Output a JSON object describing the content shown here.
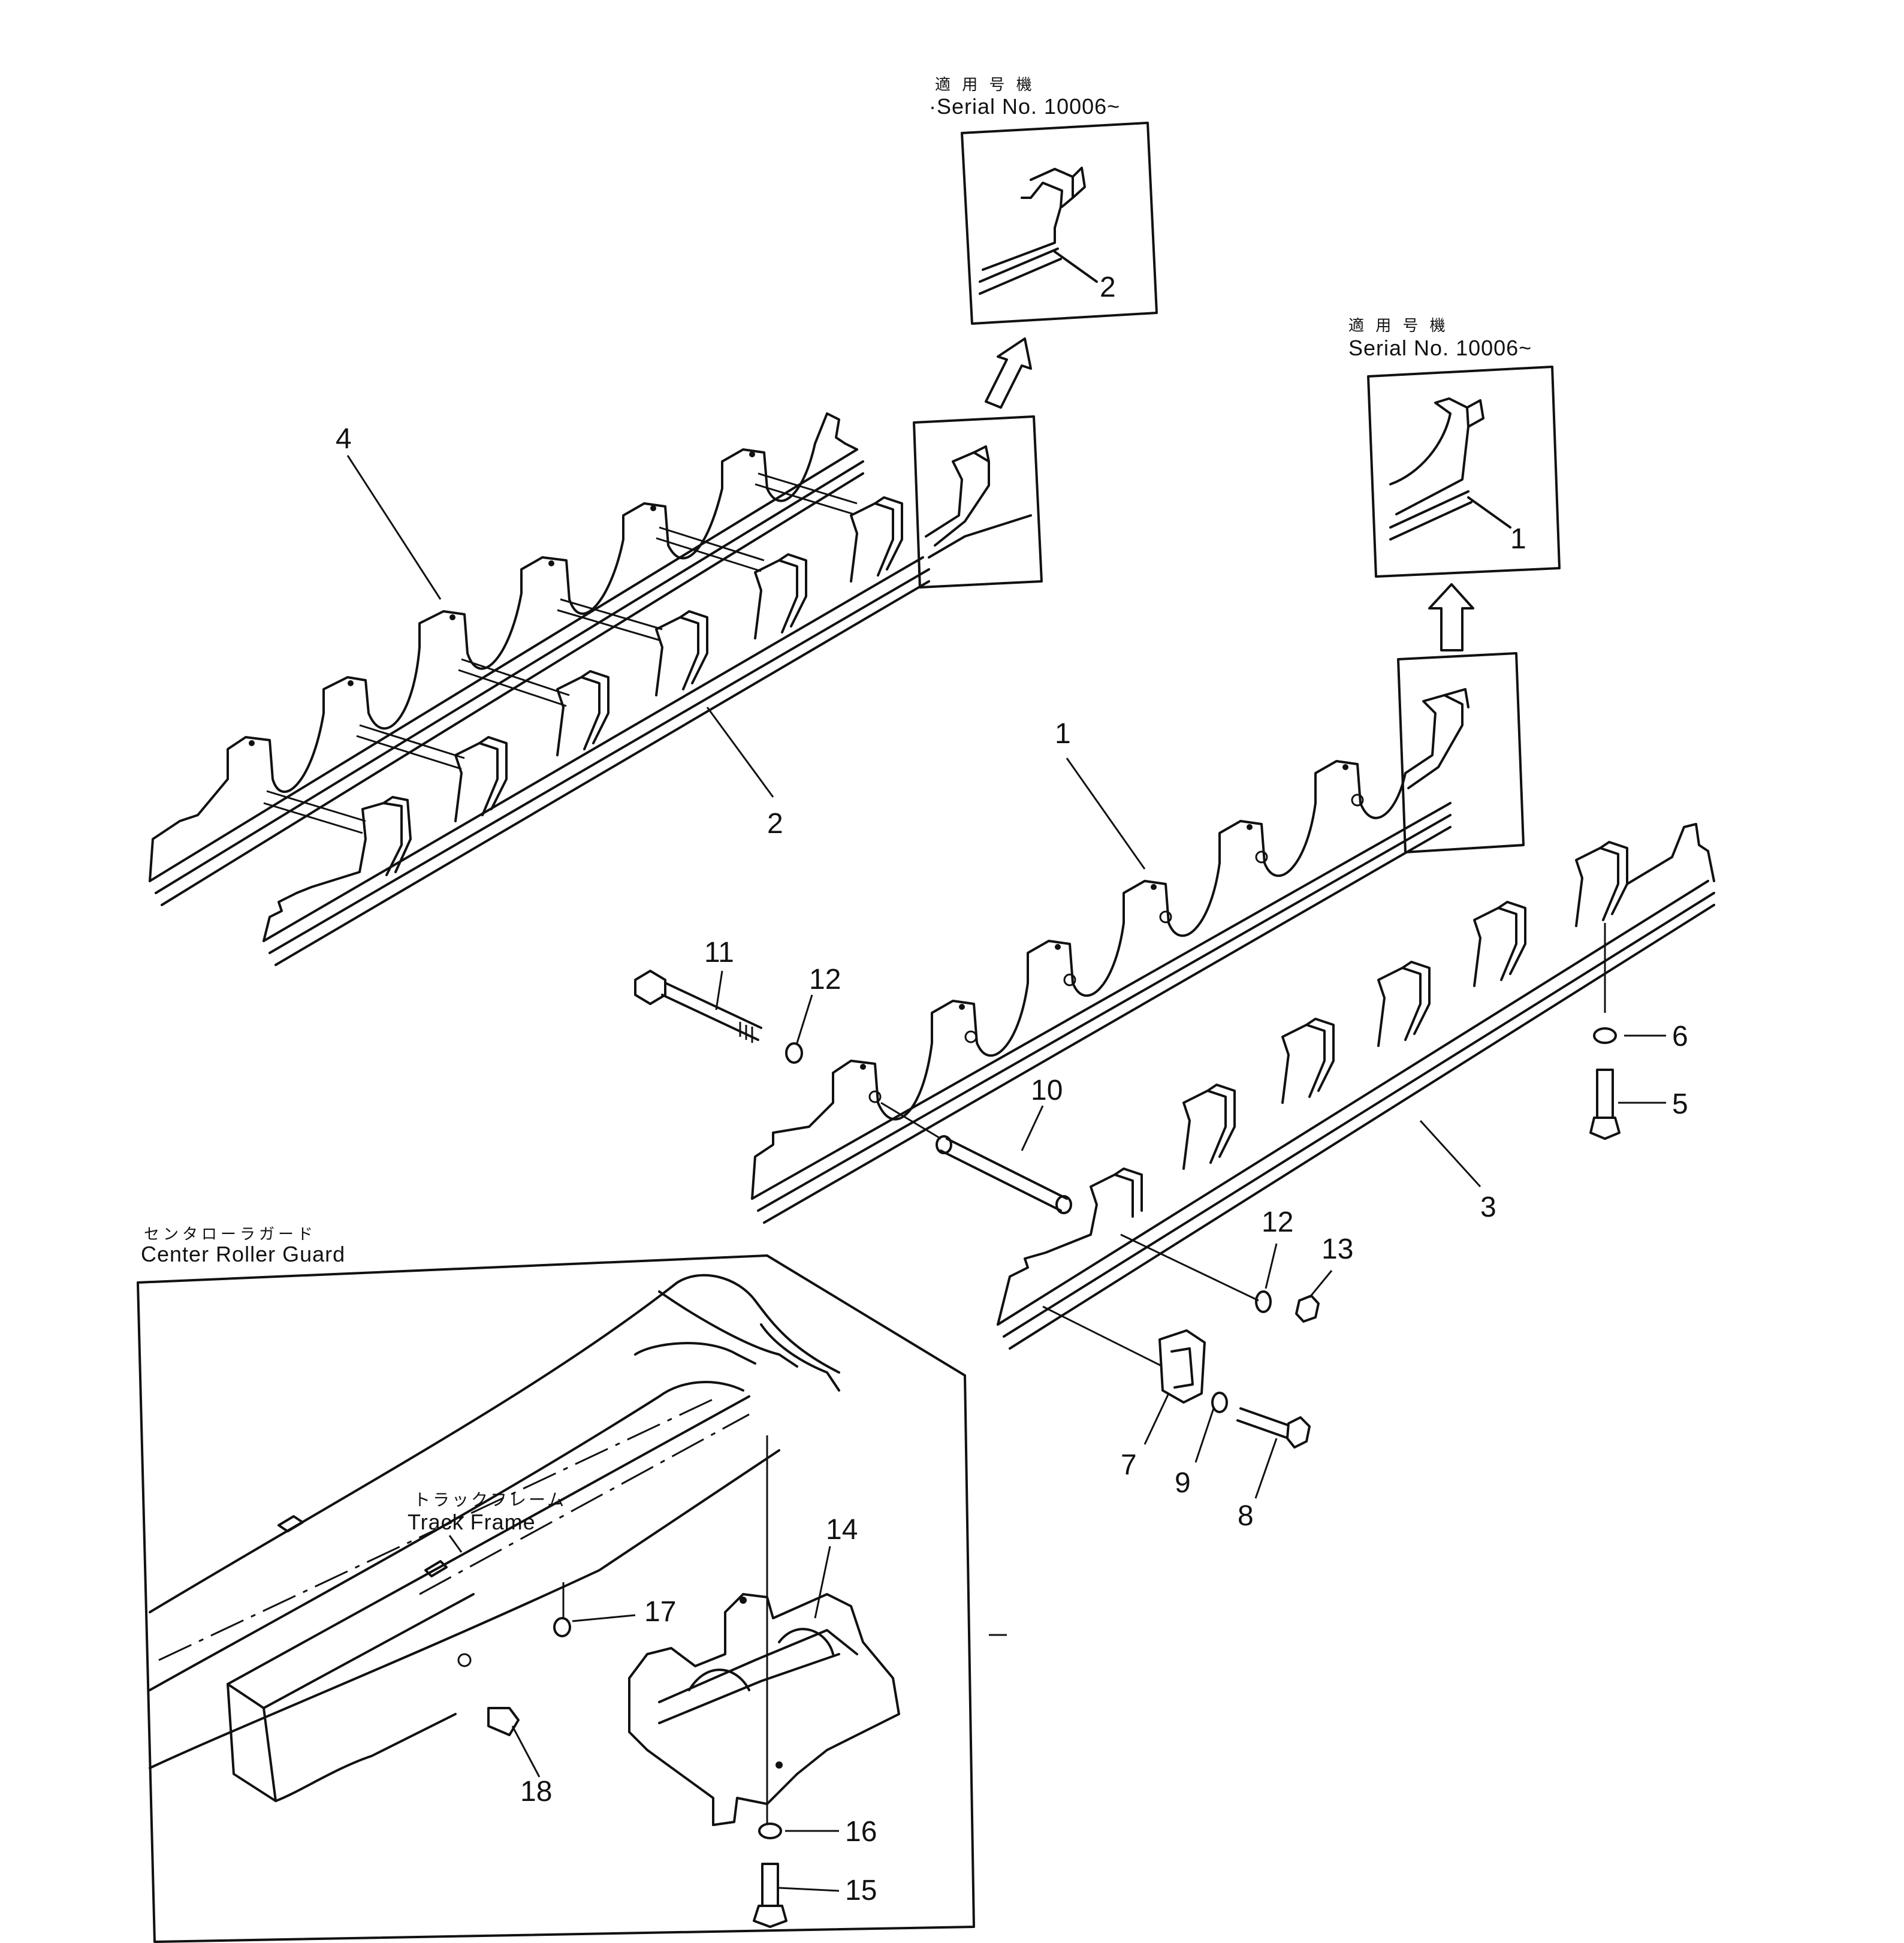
{
  "serial_note_top": {
    "jp": "適 用 号 機",
    "serial": "·Serial No. 10006~"
  },
  "serial_note_right": {
    "jp": "適 用 号 機",
    "serial": "Serial No. 10006~"
  },
  "inset_top_callout": "2",
  "inset_right_callout": "1",
  "center_roller_guard": {
    "jp": "センタローラガード",
    "en": "Center Roller Guard"
  },
  "track_frame": {
    "jp": "トラックフレーム",
    "en": "Track Frame"
  },
  "callouts": {
    "c1": "1",
    "c2": "2",
    "c3": "3",
    "c4": "4",
    "c5": "5",
    "c6": "6",
    "c7": "7",
    "c8": "8",
    "c9": "9",
    "c10": "10",
    "c11": "11",
    "c12a": "12",
    "c12b": "12",
    "c13": "13",
    "c14": "14",
    "c15": "15",
    "c16": "16",
    "c17": "17",
    "c18": "18"
  }
}
